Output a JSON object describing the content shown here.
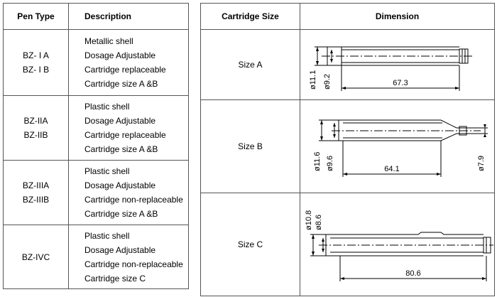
{
  "left_table": {
    "headers": [
      "Pen Type",
      "Description"
    ],
    "rows": [
      {
        "types": [
          "BZ- I A",
          "BZ- I B"
        ],
        "desc": [
          "Metallic shell",
          "Dosage Adjustable",
          "Cartridge replaceable",
          "Cartridge size A &B"
        ]
      },
      {
        "types": [
          "BZ-IIA",
          "BZ-IIB"
        ],
        "desc": [
          "Plastic shell",
          "Dosage Adjustable",
          "Cartridge replaceable",
          "Cartridge size A &B"
        ]
      },
      {
        "types": [
          "BZ-IIIA",
          "BZ-IIIB"
        ],
        "desc": [
          "Plastic shell",
          "Dosage Adjustable",
          "Cartridge non-replaceable",
          "Cartridge size A &B"
        ]
      },
      {
        "types": [
          "BZ-IVC"
        ],
        "desc": [
          "Plastic shell",
          "Dosage Adjustable",
          "Cartridge non-replaceable",
          "Cartridge size C"
        ]
      }
    ]
  },
  "right_table": {
    "headers": [
      "Cartridge Size",
      "Dimension"
    ],
    "rows": [
      {
        "size": "Size A",
        "dims": {
          "outer": "ø11.1",
          "inner": "ø9.2",
          "length": "67.3"
        }
      },
      {
        "size": "Size B",
        "dims": {
          "outer": "ø11.6",
          "inner": "ø9.6",
          "length": "64.1",
          "tip": "ø7.9"
        }
      },
      {
        "size": "Size C",
        "dims": {
          "outer": "ø10.8",
          "inner": "ø8.6",
          "length": "80.6"
        }
      }
    ]
  }
}
